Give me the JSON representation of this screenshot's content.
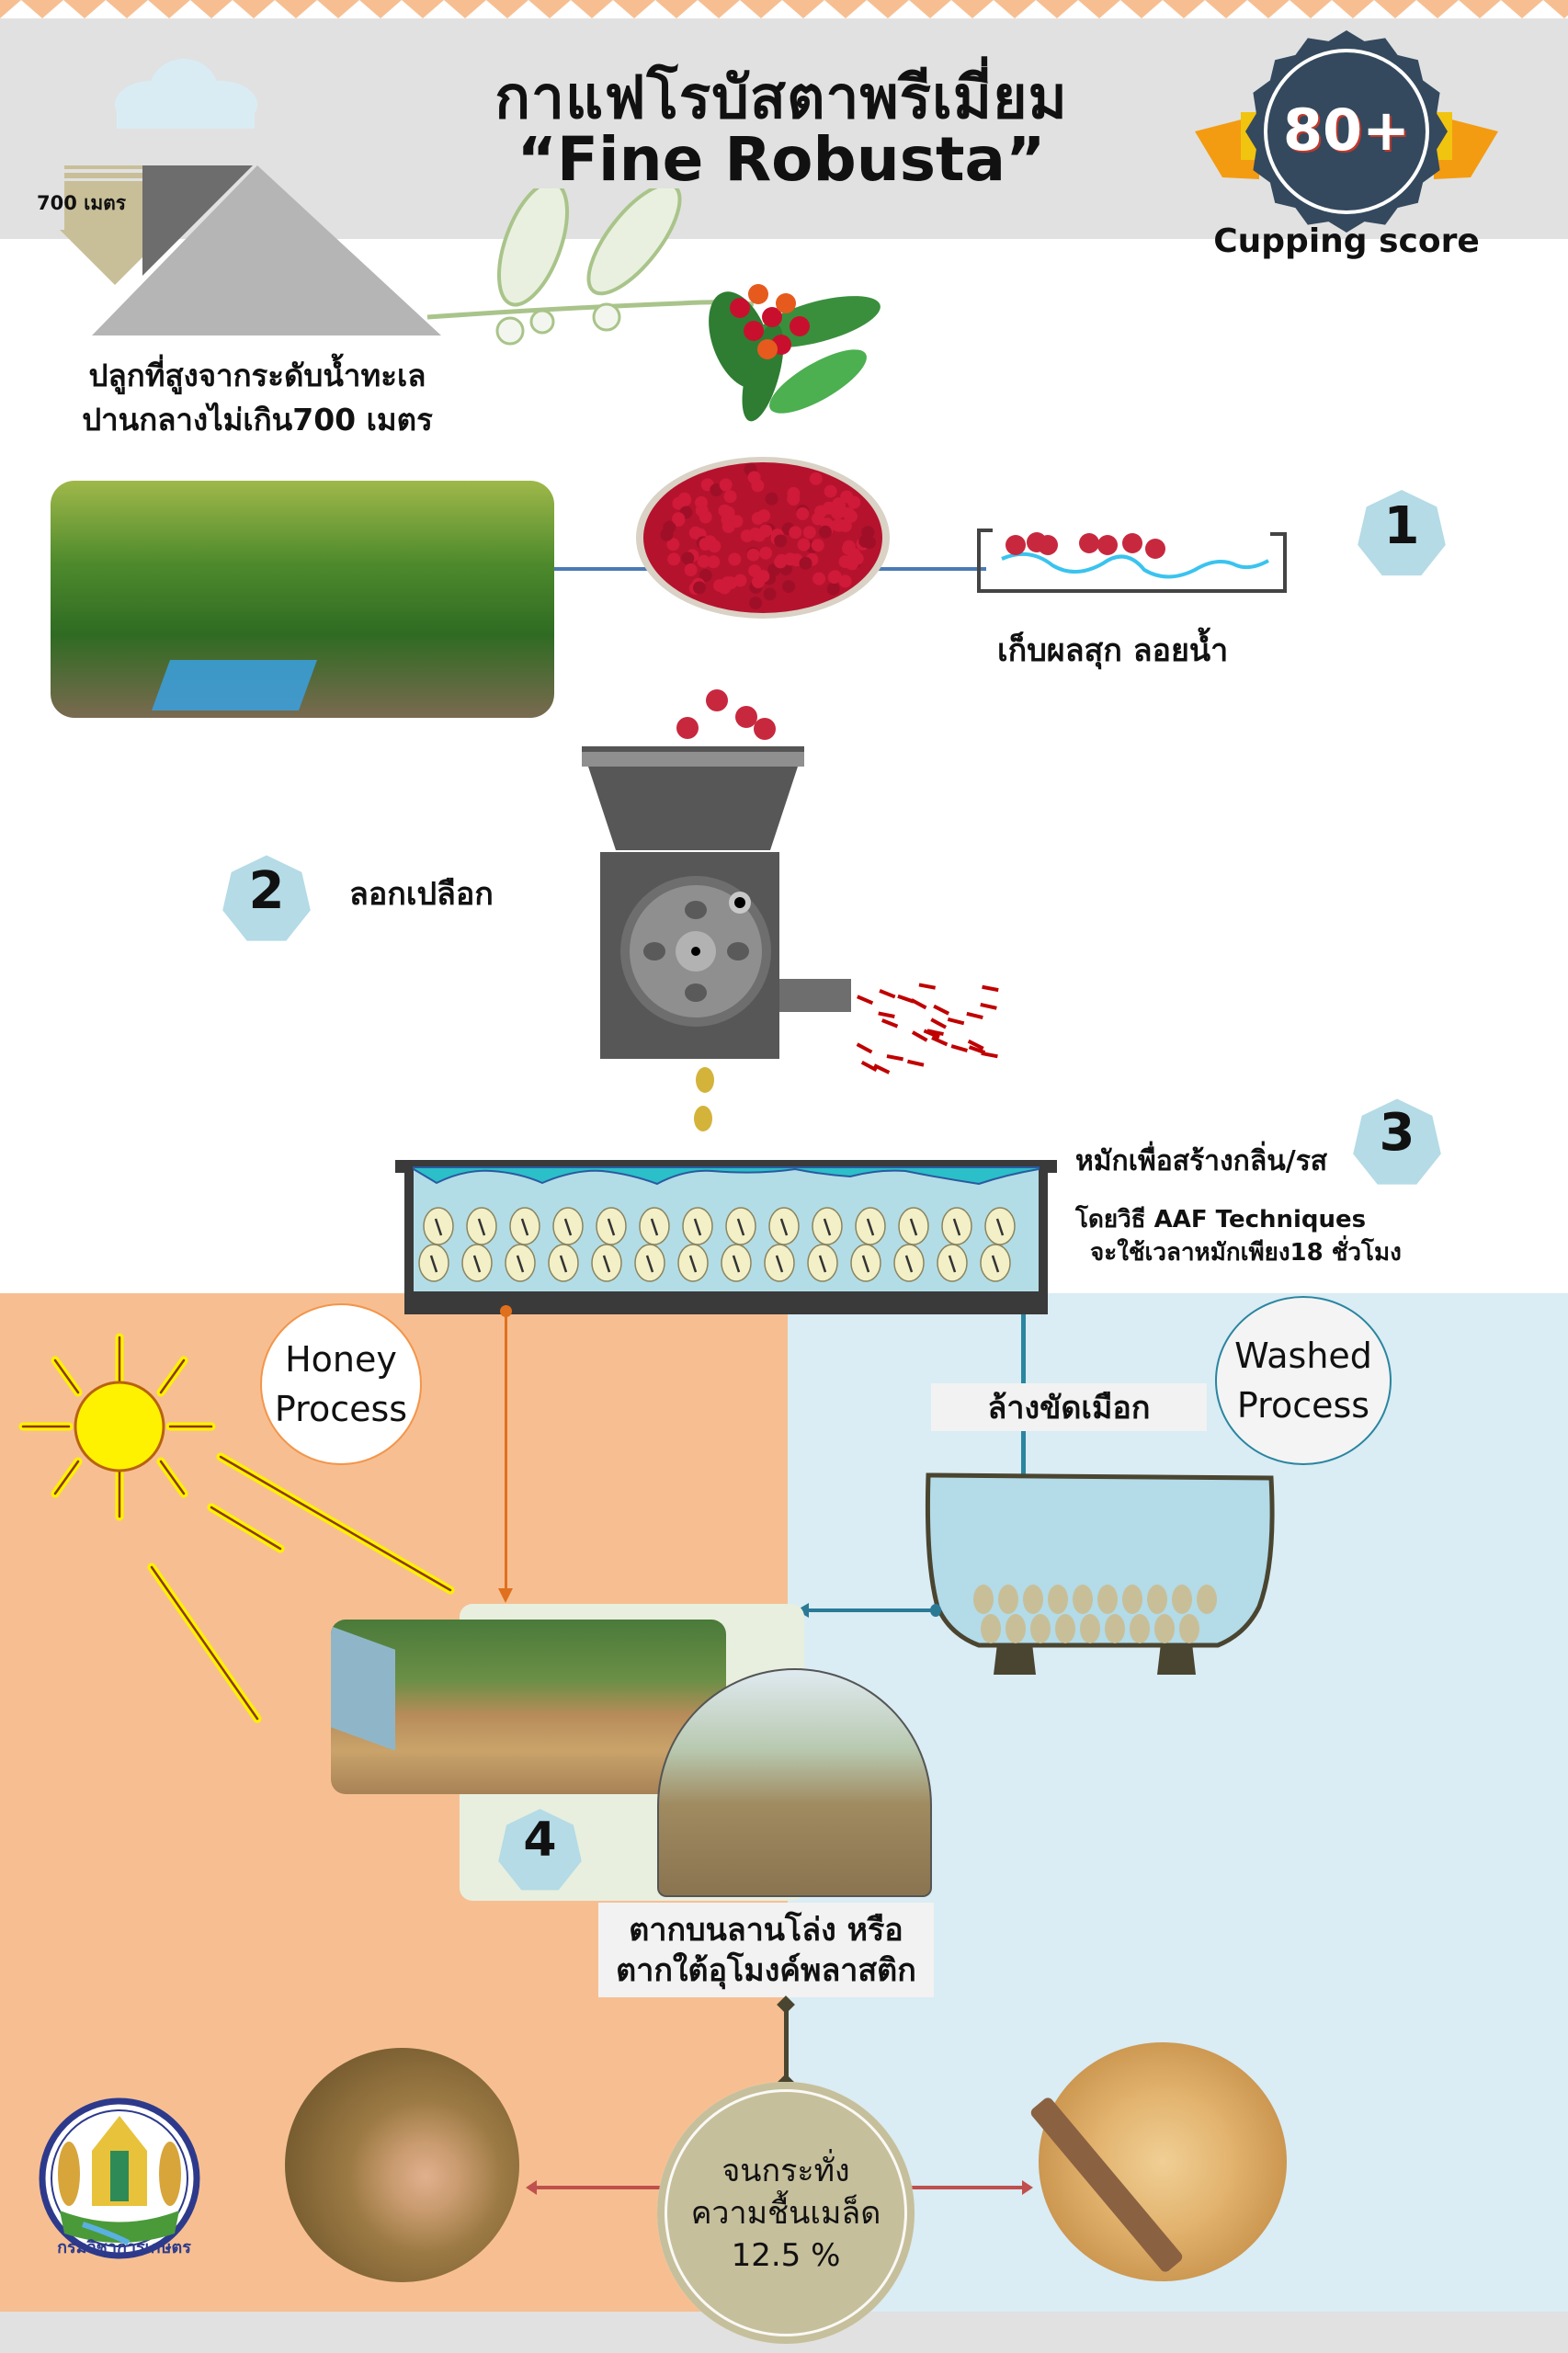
{
  "header": {
    "title_thai": "กาแฟโรบัสตาพรีเมี่ยม",
    "title_english": "“Fine Robusta”",
    "badge_value": "80+",
    "badge_label": "Cupping score"
  },
  "altitude": {
    "arrow_label": "700 เมตร",
    "description_line1": "ปลูกที่สูงจากระดับน้ำทะเล",
    "description_line2": "ปานกลางไม่เกิน700 เมตร"
  },
  "steps": [
    {
      "number": "1",
      "label": "เก็บผลสุก ลอยน้ำ"
    },
    {
      "number": "2",
      "label": "ลอกเปลือก"
    },
    {
      "number": "3",
      "label": "หมักเพื่อสร้างกลิ่น/รส",
      "detail_line1": "โดยวิธี AAF Techniques",
      "detail_line2": "จะใช้เวลาหมักเพียง18 ชั่วโมง"
    },
    {
      "number": "4",
      "label_line1": "ตากบนลานโล่ง หรือ",
      "label_line2": "ตากใต้อุโมงค์พลาสติก"
    }
  ],
  "processes": {
    "honey": {
      "line1": "Honey",
      "line2": "Process"
    },
    "washed": {
      "line1": "Washed",
      "line2": "Process",
      "step_label": "ล้างขัดเมือก"
    }
  },
  "moisture": {
    "line1": "จนกระทั่ง",
    "line2": "ความชื้นเมล็ด",
    "line3": "12.5 %"
  },
  "logo": {
    "org_name": "กรมวิชาการเกษตร"
  },
  "colors": {
    "honey_bg": "#f7bf91",
    "washed_bg": "#daecf4",
    "header_bg": "#e1e1e1",
    "step_badge": "#b4dbe6",
    "badge_navy": "#34495e",
    "ribbon_yellow": "#f1c40f",
    "ribbon_orange": "#f39c12",
    "machine_gray": "#595959",
    "moisture_circle": "#c6bf9c"
  }
}
